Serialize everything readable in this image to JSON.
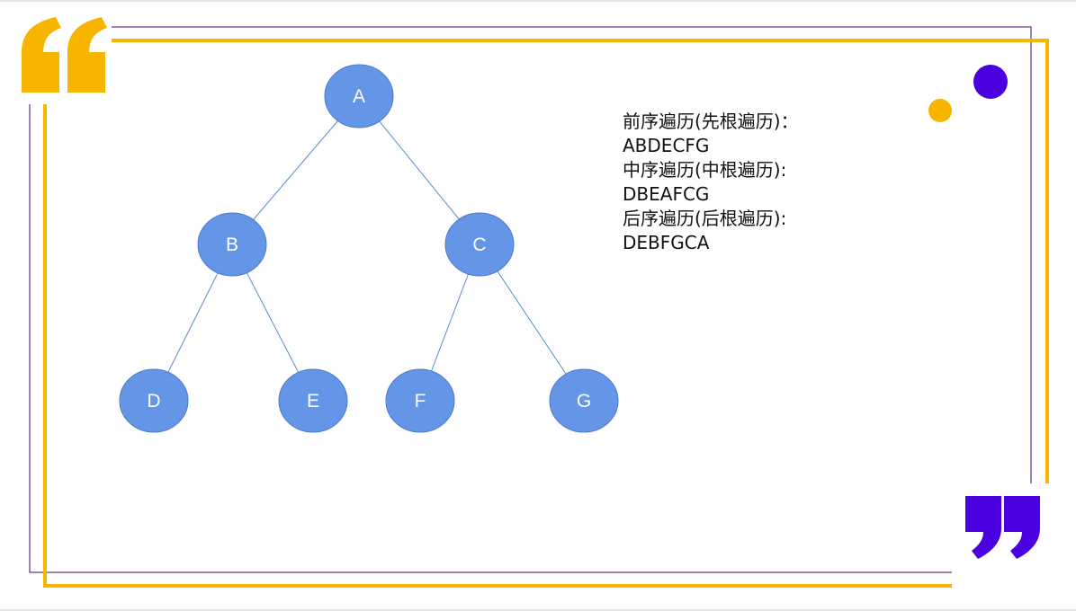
{
  "tree": {
    "nodes": [
      {
        "id": "A",
        "label": "A"
      },
      {
        "id": "B",
        "label": "B"
      },
      {
        "id": "C",
        "label": "C"
      },
      {
        "id": "D",
        "label": "D"
      },
      {
        "id": "E",
        "label": "E"
      },
      {
        "id": "F",
        "label": "F"
      },
      {
        "id": "G",
        "label": "G"
      }
    ],
    "edges": [
      [
        "A",
        "B"
      ],
      [
        "A",
        "C"
      ],
      [
        "B",
        "D"
      ],
      [
        "B",
        "E"
      ],
      [
        "C",
        "F"
      ],
      [
        "C",
        "G"
      ]
    ]
  },
  "traversals": [
    {
      "heading": "前序遍历(先根遍历)：",
      "sequence": "ABDECFG"
    },
    {
      "heading": "中序遍历(中根遍历):",
      "sequence": "DBEAFCG"
    },
    {
      "heading": "后序遍历(后根遍历):",
      "sequence": "DEBFGCA"
    }
  ],
  "colors": {
    "node_fill": "#6495E6",
    "node_stroke": "#4D7BC9",
    "edge": "#5B8DD6",
    "yellow": "#F7B500",
    "purple": "#4B00E0",
    "frame_purple": "#3D0A6B"
  }
}
